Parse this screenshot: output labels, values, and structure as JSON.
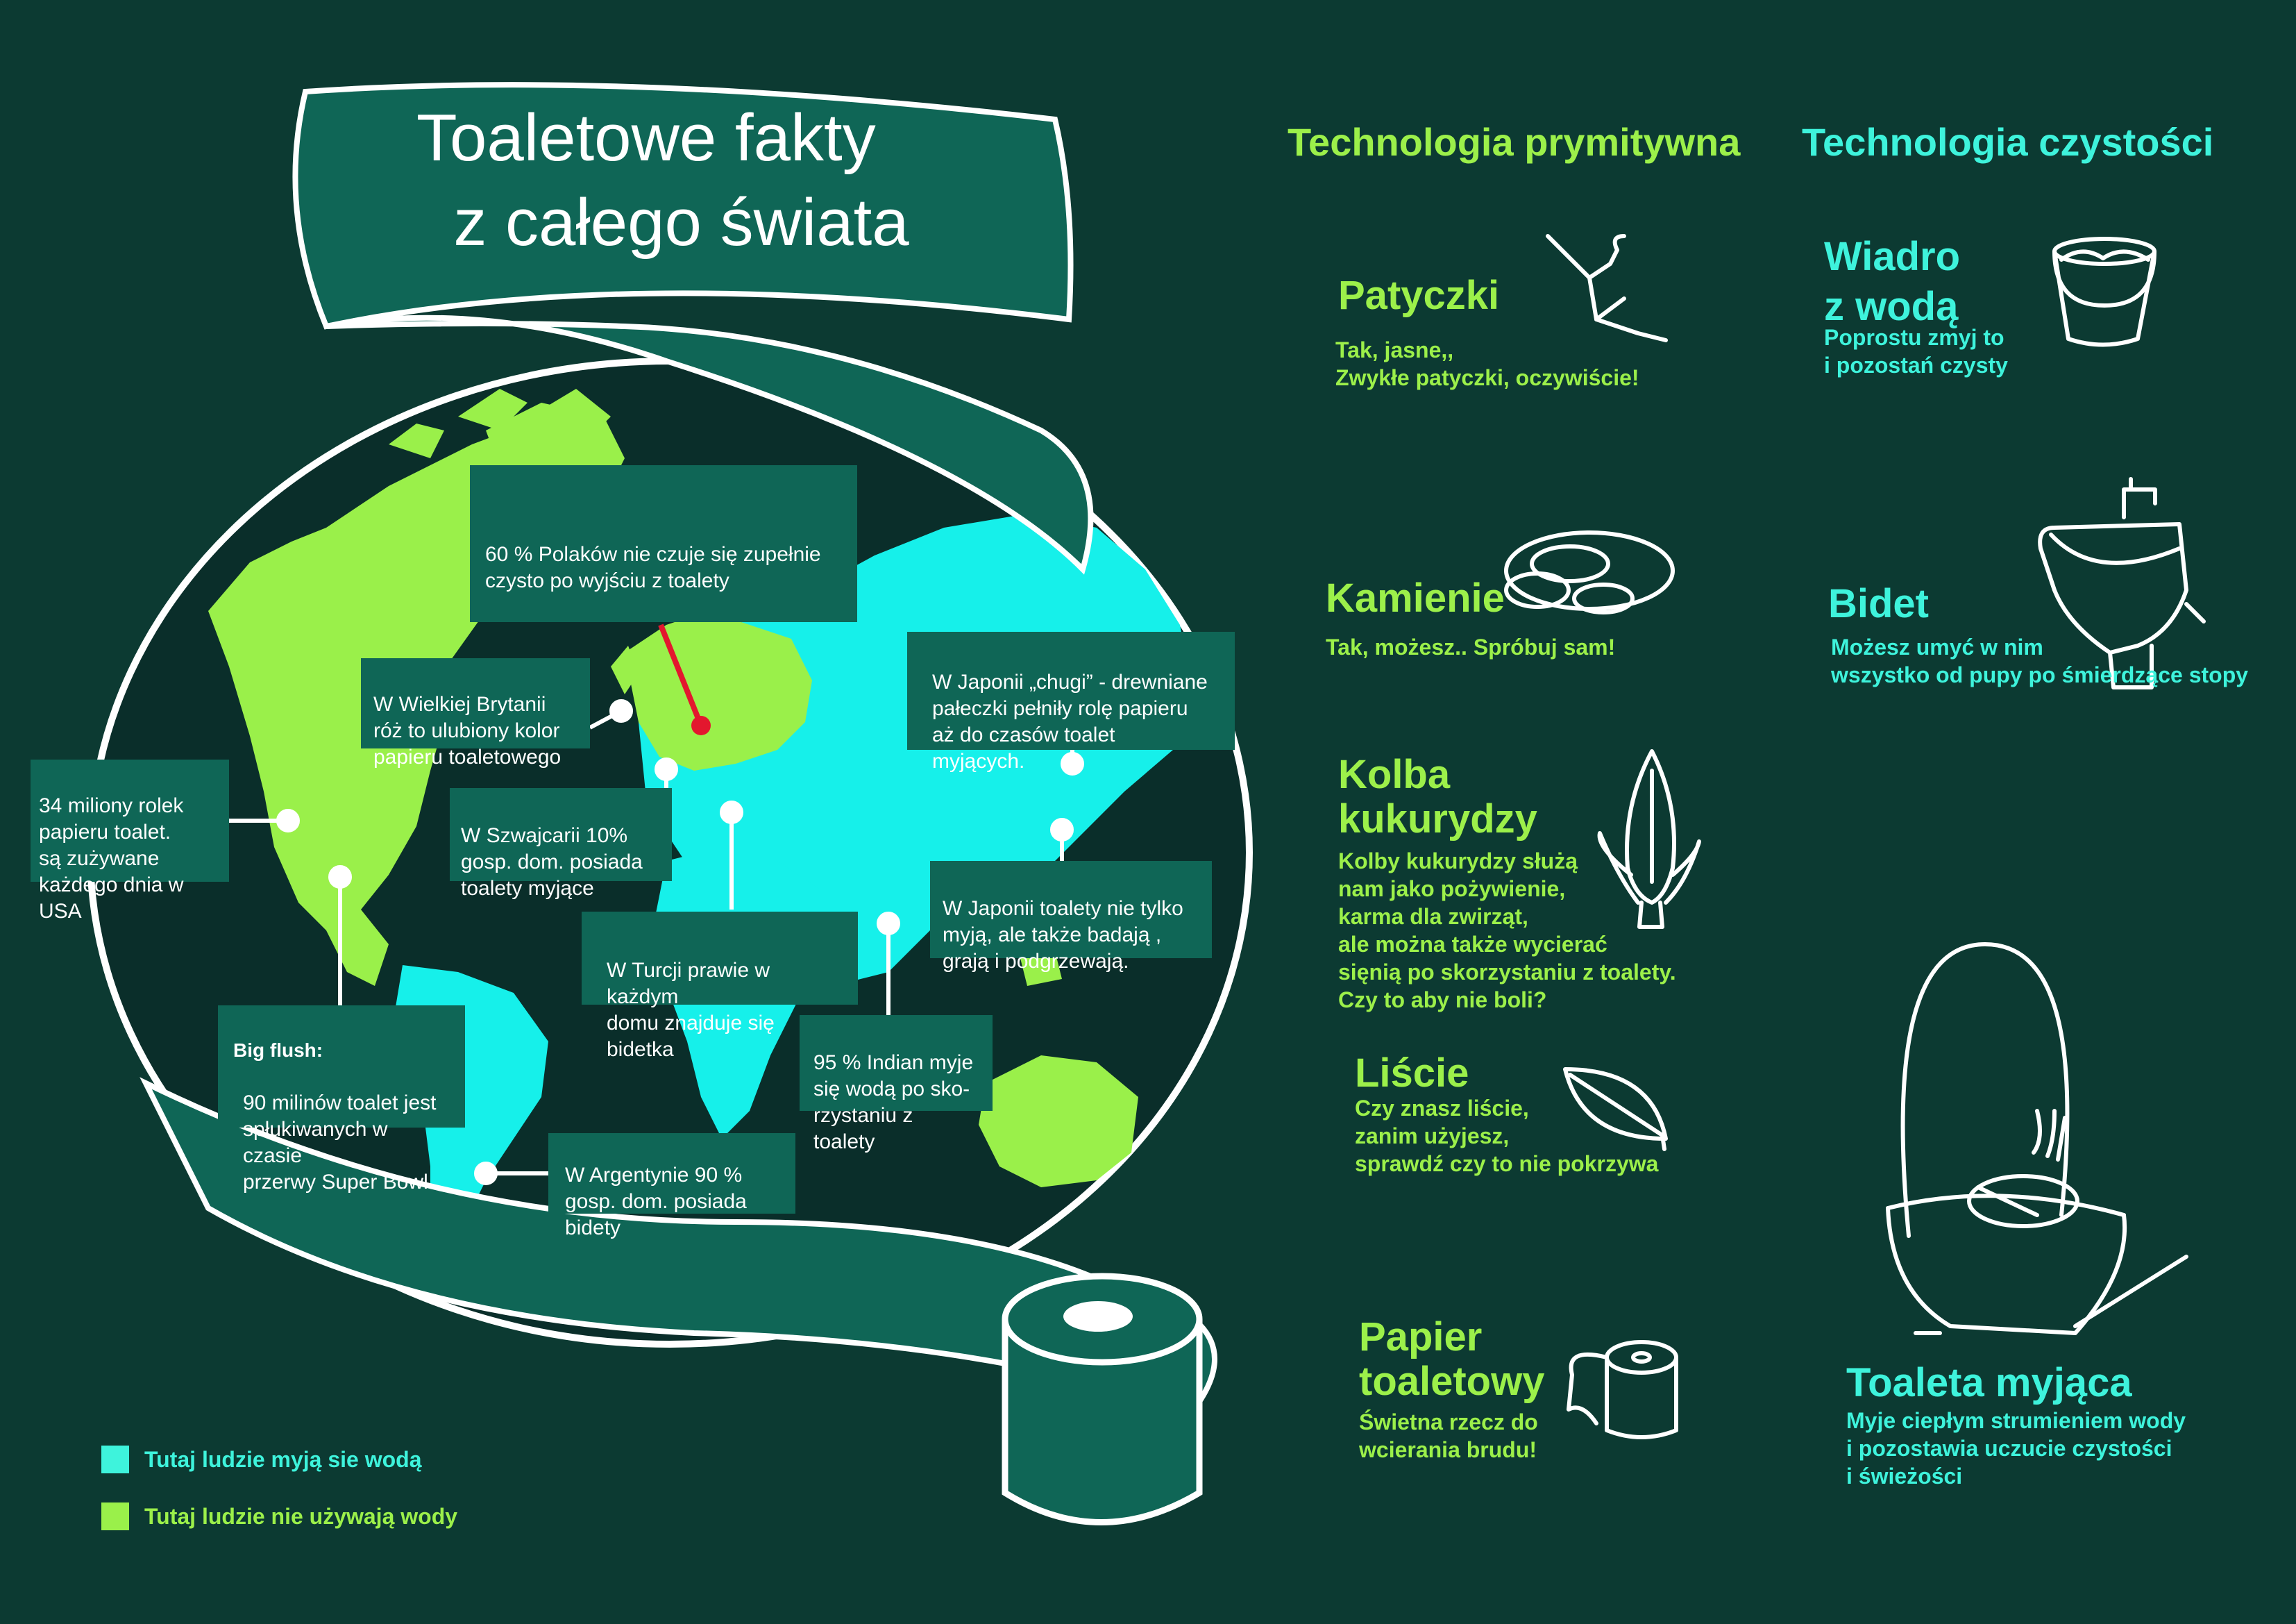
{
  "colors": {
    "background": "#0c3a32",
    "ocean": "#0a2e2a",
    "land_water": "#16f0ea",
    "land_no_water": "#9af04a",
    "banner": "#0f6656",
    "heading_green": "#9cf04a",
    "heading_cyan": "#3ef3dc",
    "pointer_red": "#e3172e"
  },
  "title": "Toaletowe fakty\n  z całego świata",
  "facts": [
    {
      "id": "poland",
      "text": "60 % Polaków nie czuje się zupełnie\nczysto po wyjściu z toalety"
    },
    {
      "id": "uk",
      "text": "W Wielkiej Brytanii\nróż to ulubiony kolor\npapieru toaletowego"
    },
    {
      "id": "usa",
      "text": "34 miliony rolek\npapieru toalet.\nsą zużywane\nkażdego dnia w USA"
    },
    {
      "id": "switzerland",
      "text": "W Szwajcarii 10%\ngosp. dom. posiada\ntoalety myjące"
    },
    {
      "id": "japan-chugi",
      "text": "W Japonii „chugi” - drewniane\npałeczki pełniły rolę papieru\naż do czasów toalet myjących."
    },
    {
      "id": "japan-toilets",
      "text": "W Japonii toalety nie tylko\nmyją, ale także badają ,\ngrają i podgrzewają."
    },
    {
      "id": "turkey",
      "text": "W Turcji prawie w każdym\ndomu znajduje się bidetka"
    },
    {
      "id": "india",
      "text": "95 % Indian myje\nsię wodą po sko-\nrzystaniu z toalety"
    },
    {
      "id": "bigflush",
      "heading": "Big flush:",
      "text": "90 milinów toalet jest\nspłukiwanych w czasie\nprzerwy Super Bowl"
    },
    {
      "id": "argentina",
      "text": "W Argentynie 90 %\ngosp. dom. posiada\nbidety"
    }
  ],
  "legend": [
    {
      "label": "Tutaj ludzie myją sie wodą",
      "color": "#16f0ea"
    },
    {
      "label": "Tutaj ludzie nie używają wody",
      "color": "#9af04a"
    }
  ],
  "headings": {
    "primitive": "Technologia prymitywna",
    "clean": "Technologia czystości"
  },
  "primitive_items": [
    {
      "title": "Patyczki",
      "desc": "Tak, jasne,,\nZwykłe patyczki, oczywiście!",
      "icon": "twig-icon"
    },
    {
      "title": "Kamienie",
      "desc": "Tak, możesz.. Spróbuj sam!",
      "icon": "stones-icon"
    },
    {
      "title": "Kolba\nkukurydzy",
      "desc": "Kolby kukurydzy służą\nnam jako pożywienie,\nkarma dla zwirząt,\nale można także wycierać\nsięnią po skorzystaniu z toalety.\nCzy to aby nie boli?",
      "icon": "corn-icon"
    },
    {
      "title": "Liście",
      "desc": "Czy znasz liście,\nzanim użyjesz,\nsprawdź czy to nie pokrzywa",
      "icon": "leaf-icon"
    },
    {
      "title": "Papier\ntoaletowy",
      "desc": "Świetna rzecz do\nwcierania brudu!",
      "icon": "toilet-paper-icon"
    }
  ],
  "clean_items": [
    {
      "title": "Wiadro\nz wodą",
      "desc": "Poprostu zmyj to\ni pozostań czysty",
      "icon": "bucket-icon"
    },
    {
      "title": "Bidet",
      "desc": "Możesz umyć w nim\nwszystko od pupy po śmierdzące stopy",
      "icon": "bidet-icon"
    },
    {
      "title": "Toaleta myjąca",
      "desc": "Myje ciepłym strumieniem wody\ni pozostawia uczucie czystości\ni świeżości",
      "icon": "washing-toilet-icon"
    }
  ]
}
